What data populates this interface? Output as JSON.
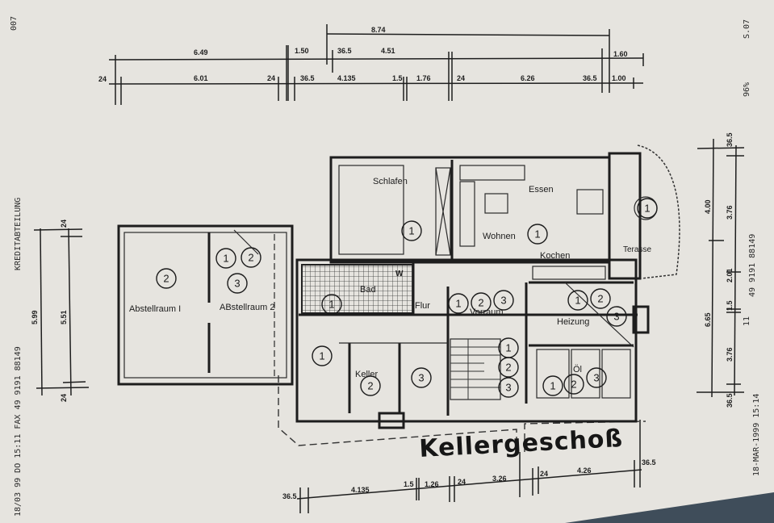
{
  "document": {
    "title": "Kellergeschoß",
    "page_marker": "007",
    "fax_header_left": "18/03 99  DO  15:11  FAX 49 9191 88149",
    "department": "KREDITABTEILUNG",
    "fax_header_right_date": "18-MAR-1999  15:14",
    "fax_header_right_number": "49 9191 88149",
    "fax_header_right_code": "11",
    "scale": "96%",
    "page": "S.07"
  },
  "rooms": {
    "schlafen": "Schlafen",
    "essen": "Essen",
    "wohnen": "Wohnen",
    "kochen": "Kochen",
    "terrasse": "Terasse",
    "bad": "Bad",
    "flur": "Flur",
    "vorraum": "Vorraum",
    "heizung": "Heizung",
    "keller": "Keller",
    "oel": "Öl",
    "abstellraum1": "Abstellraum I",
    "abstellraum2": "ABstellraum 2",
    "w": "W"
  },
  "markers": {
    "schlafen": [
      "1"
    ],
    "wohnen": [
      "1"
    ],
    "terrasse": [
      "1"
    ],
    "bad": [
      "1"
    ],
    "vorraum": [
      "1",
      "2",
      "3"
    ],
    "heizung": [
      "1",
      "2",
      "3"
    ],
    "abstellraum1": [
      "2"
    ],
    "abstellraum2": [
      "1",
      "2",
      "3"
    ],
    "keller": [
      "1",
      "2",
      "3"
    ],
    "treppe": [
      "1",
      "2",
      "3"
    ],
    "oel": [
      "1",
      "2",
      "3"
    ]
  },
  "dimensions": {
    "top_overall": "8.74",
    "top_row1": [
      "6.49",
      "1.50",
      "36.5",
      "4.51",
      "1.60"
    ],
    "top_row2": [
      "24",
      "6.01",
      "24",
      "36.5",
      "4.135",
      "1.5",
      "1.76",
      "24",
      "6.26",
      "36.5",
      "1.00"
    ],
    "bottom": [
      "36.5",
      "4.135",
      "1.5",
      "1.26",
      "24",
      "3.26",
      "24",
      "4.26",
      "36.5"
    ],
    "left": [
      "24",
      "5.51",
      "5.99",
      "24"
    ],
    "right_outer": [
      "6.65",
      "4.00"
    ],
    "right_inner": [
      "36.5",
      "3.76",
      "1.5",
      "2.01",
      "3.76",
      "36.5"
    ]
  },
  "colors": {
    "paper": "#e6e4df",
    "ink": "#1d1d1d",
    "backdrop": "#3f4d5a"
  }
}
